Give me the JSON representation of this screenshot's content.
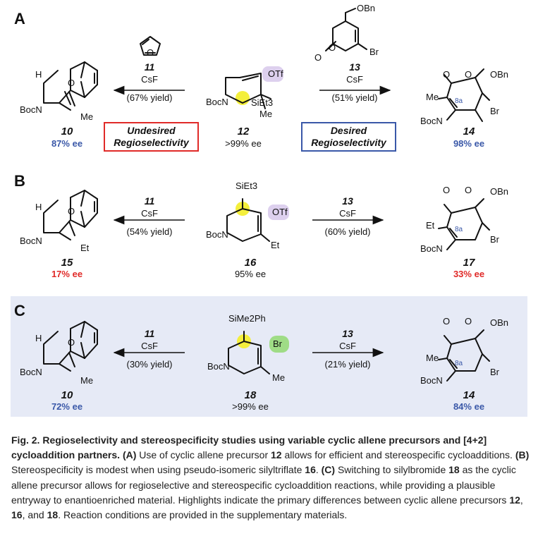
{
  "panels": {
    "A": {
      "letter": "A",
      "left_reagent": {
        "num": "11",
        "base": "CsF",
        "yield": "(67% yield)"
      },
      "right_reagent": {
        "num": "13",
        "base": "CsF",
        "yield": "(51% yield)"
      },
      "left_product": {
        "num": "10",
        "ee": "87% ee"
      },
      "precursor": {
        "num": "12",
        "ee": ">99% ee",
        "leaving_group": "OTf",
        "silyl": "SiEt3"
      },
      "right_product": {
        "num": "14",
        "ee": "98% ee"
      },
      "box_left": [
        "Undesired",
        "Regioselectivity"
      ],
      "box_right": [
        "Desired",
        "Regioselectivity"
      ],
      "pyrone_labels": {
        "obn": "OBn",
        "o1": "O",
        "o2": "O",
        "br": "Br"
      }
    },
    "B": {
      "letter": "B",
      "left_reagent": {
        "num": "11",
        "base": "CsF",
        "yield": "(54% yield)"
      },
      "right_reagent": {
        "num": "13",
        "base": "CsF",
        "yield": "(60% yield)"
      },
      "left_product": {
        "num": "15",
        "ee": "17% ee"
      },
      "precursor": {
        "num": "16",
        "ee": "95% ee",
        "leaving_group": "OTf",
        "silyl": "SiEt3"
      },
      "right_product": {
        "num": "17",
        "ee": "33% ee"
      }
    },
    "C": {
      "letter": "C",
      "left_reagent": {
        "num": "11",
        "base": "CsF",
        "yield": "(30% yield)"
      },
      "right_reagent": {
        "num": "13",
        "base": "CsF",
        "yield": "(21% yield)"
      },
      "left_product": {
        "num": "10",
        "ee": "72% ee"
      },
      "precursor": {
        "num": "18",
        "ee": ">99% ee",
        "leaving_group": "Br",
        "silyl": "SiMe2Ph"
      },
      "right_product": {
        "num": "14",
        "ee": "84% ee"
      }
    }
  },
  "atoms": {
    "h": "H",
    "o": "O",
    "bocn": "BocN",
    "me": "Me",
    "et": "Et",
    "obn": "OBn",
    "br": "Br",
    "c8a": "8a",
    "o_carbonyl": "O"
  },
  "caption": {
    "title": "Fig. 2. Regioselectivity and stereospecificity studies using variable cyclic allene precursors and [4+2] cycloaddition partners.",
    "a_label": "(A)",
    "a_text_1": " Use of cyclic allene precursor ",
    "a_num": "12",
    "a_text_2": " allows for efficient and stereospecific cycloadditions. ",
    "b_label": "(B)",
    "b_text_1": " Stereospecificity is modest when using pseudo-isomeric silyltriflate ",
    "b_num": "16",
    "b_text_2": ". ",
    "c_label": "(C)",
    "c_text_1": " Switching to silylbromide ",
    "c_num": "18",
    "c_text_2": " as the cyclic allene precursor allows for regioselective and stereospecific cycloaddition reactions, while providing a plausible entryway to enantioenriched material. Highlights indicate the primary differences between cyclic allene precursors ",
    "n12": "12",
    "sep1": ", ",
    "n16": "16",
    "sep2": ", and ",
    "n18": "18",
    "c_text_3": ". Reaction conditions are provided in the supplementary materials."
  },
  "colors": {
    "blue": "#3a58a8",
    "red": "#e02a28",
    "panel_c_bg": "#e6eaf6",
    "highlight_yellow": "#f4ef3c",
    "highlight_purple": "#ddd0ee",
    "highlight_green": "#9fdc86"
  }
}
